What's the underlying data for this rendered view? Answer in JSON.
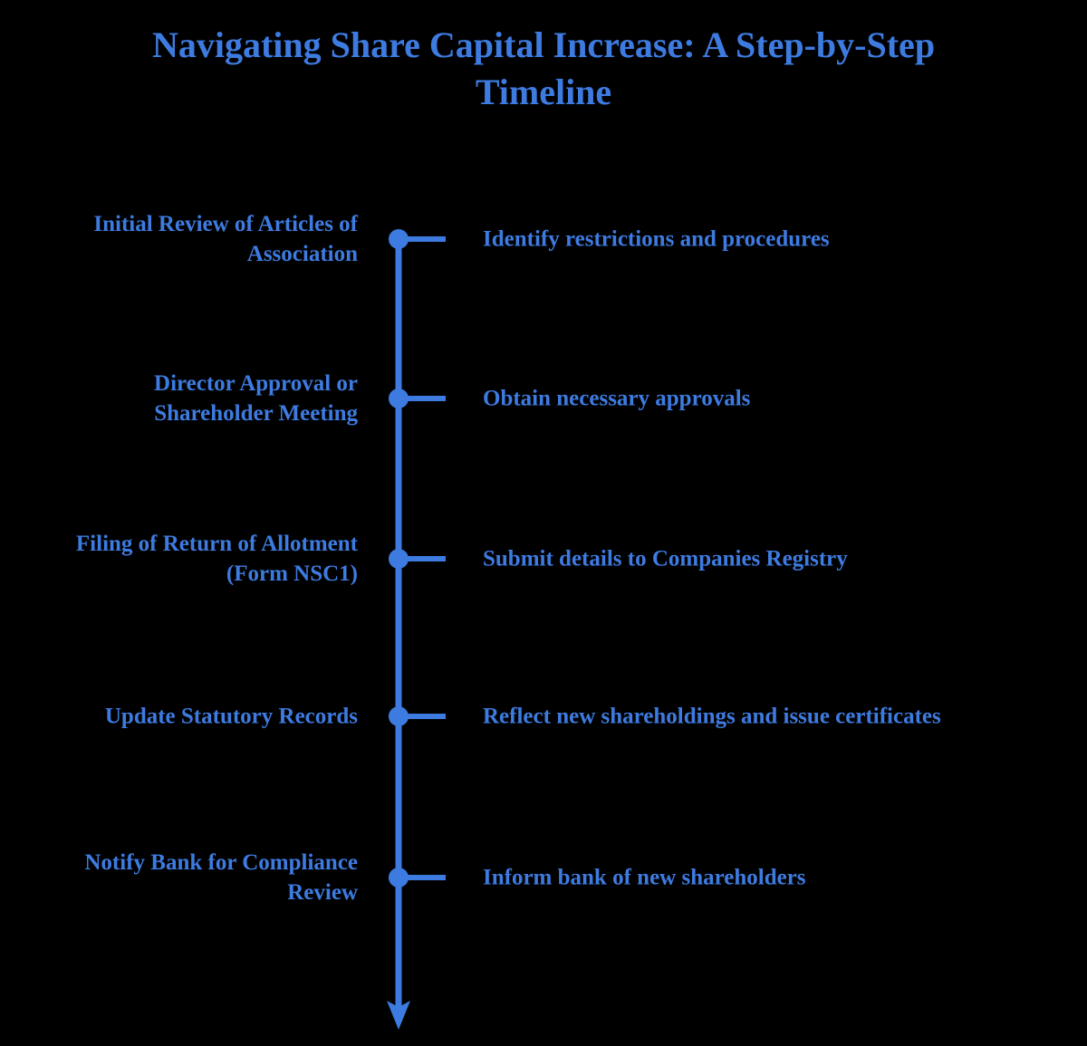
{
  "title": "Navigating Share Capital Increase: A Step-by-Step Timeline",
  "colors": {
    "accent": "#3d7be0",
    "background": "#000000"
  },
  "timeline": {
    "orientation": "vertical",
    "direction": "top-to-bottom",
    "end_marker": "arrow-down",
    "steps": [
      {
        "index": 1,
        "label": "Initial Review of Articles of Association",
        "description": "Identify restrictions and procedures",
        "marker": "circle"
      },
      {
        "index": 2,
        "label": "Director Approval or Shareholder Meeting",
        "description": "Obtain necessary approvals",
        "marker": "circle"
      },
      {
        "index": 3,
        "label": "Filing of Return of Allotment (Form NSC1)",
        "description": "Submit details to Companies Registry",
        "marker": "circle"
      },
      {
        "index": 4,
        "label": "Update Statutory Records",
        "description": "Reflect new shareholdings and issue certificates",
        "marker": "circle"
      },
      {
        "index": 5,
        "label": "Notify Bank for Compliance Review",
        "description": "Inform bank of new shareholders",
        "marker": "circle"
      }
    ]
  }
}
